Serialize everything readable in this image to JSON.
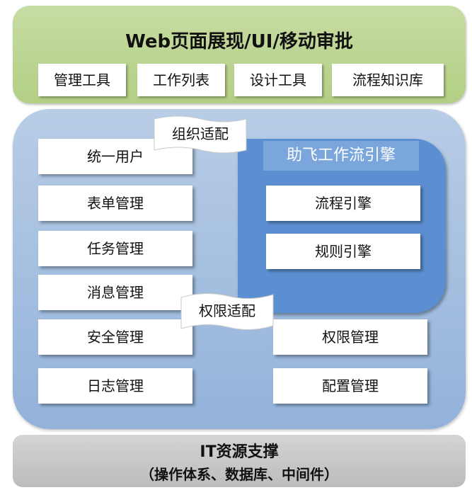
{
  "top_layer": {
    "title": "Web页面展现/UI/移动审批",
    "items": [
      "管理工具",
      "工作列表",
      "设计工具",
      "流程知识库"
    ]
  },
  "middle_layer": {
    "left_items": [
      "统一用户",
      "表单管理",
      "任务管理",
      "消息管理",
      "安全管理",
      "日志管理"
    ],
    "engine": {
      "title": "助飞工作流引擎",
      "items": [
        "流程引擎",
        "规则引擎"
      ]
    },
    "right_items": [
      "权限管理",
      "配置管理"
    ],
    "adapters": {
      "org": "组织适配",
      "permission": "权限适配"
    }
  },
  "bottom_layer": {
    "title": "IT资源支撑",
    "subtitle": "（操作体系、数据库、中间件）"
  },
  "colors": {
    "top_layer": "#b8d38d",
    "middle_layer": "#a3bfe0",
    "engine_area": "#5b8fd1",
    "bottom_layer": "#c8c8c8"
  }
}
